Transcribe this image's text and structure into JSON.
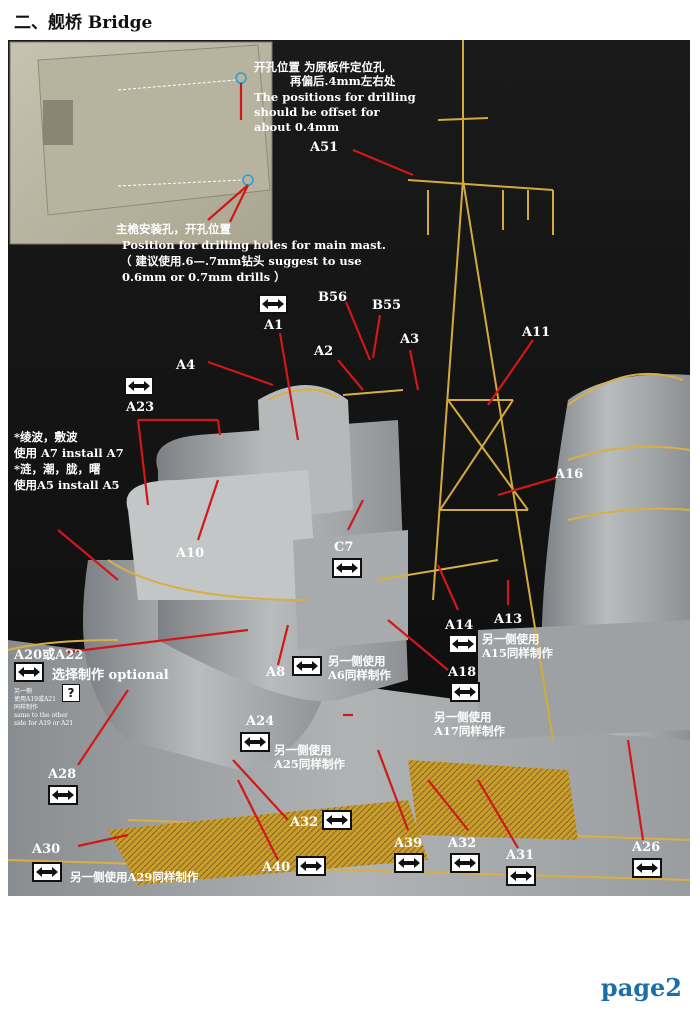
{
  "header": {
    "title": "二、舰桥 Bridge"
  },
  "inset": {
    "note1_cn": "开孔位置 为原板件定位孔",
    "note1_cn2": "再偏后.4mm左右处",
    "note1_en1": "The positions for drilling",
    "note1_en2": "should be offset for",
    "note1_en3": "about 0.4mm",
    "note2_cn": "主桅安装孔，开孔位置",
    "note2_en": "Position for drilling holes for main mast.",
    "note2_cn2": "（ 建议使用.6—.7mm钻头 suggest to use",
    "note2_en2": "0.6mm or 0.7mm drills ）"
  },
  "side_note": {
    "line1": "*绫波，敷波",
    "line2": "使用 A7 install A7",
    "line3": "*涟，潮，胧，曙",
    "line4": "使用A5 install A5"
  },
  "labels": {
    "A51": "A51",
    "A1": "A1",
    "B56": "B56",
    "B55": "B55",
    "A2": "A2",
    "A3": "A3",
    "A11": "A11",
    "A4": "A4",
    "A23": "A23",
    "A16": "A16",
    "A10": "A10",
    "C7": "C7",
    "A14": "A14",
    "A13": "A13",
    "A8": "A8",
    "A18": "A18",
    "A24": "A24",
    "A28": "A28",
    "A30": "A30",
    "A32a": "A32",
    "A32b": "A32",
    "A39": "A39",
    "A40": "A40",
    "A31": "A31",
    "A26": "A26",
    "A20": "A20或A22"
  },
  "notes": {
    "a14": "另一侧使用",
    "a14b": "A15同样制作",
    "a8": "另一侧使用",
    "a8b": "A6同样制作",
    "a18": "另一侧使用",
    "a18b": "A17同样制作",
    "a24": "另一侧使用",
    "a24b": "A25同样制作",
    "a30": "另一侧使用A29同样制作",
    "a20": "选择制作 optional",
    "a20_tiny1": "另一侧",
    "a20_tiny2": "使用A19或A21",
    "a20_tiny3": "同样制作",
    "a20_tiny4": "same to the other",
    "a20_tiny5": "side for A19 or A21",
    "question": "?"
  },
  "footer": {
    "page": "page2"
  }
}
